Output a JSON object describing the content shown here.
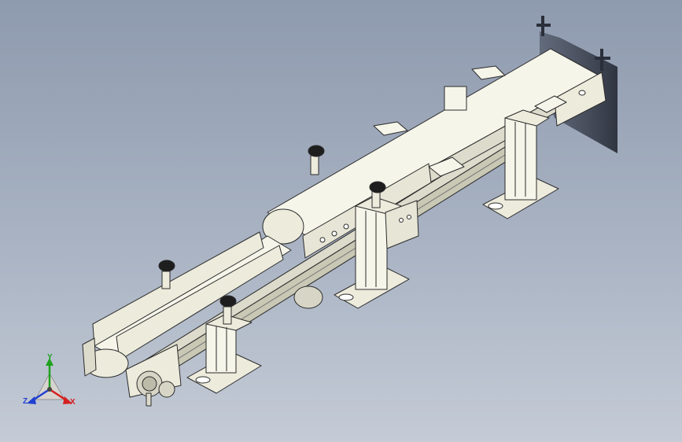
{
  "viewport": {
    "background_top": "#8e9aae",
    "background_bottom": "#c4cbd6"
  },
  "model": {
    "part_fill": "#ecebdc",
    "part_fill_alt": "#f6f5ea",
    "part_shade": "#c9c8b5",
    "edge_color": "#2b2b2b",
    "shadow_color": "#2e3340"
  },
  "triad": {
    "axis_y": "Y",
    "axis_x": "X",
    "axis_z": "Z",
    "color_y": "#1fa11f",
    "color_x": "#d42020",
    "color_z": "#2040d0"
  }
}
